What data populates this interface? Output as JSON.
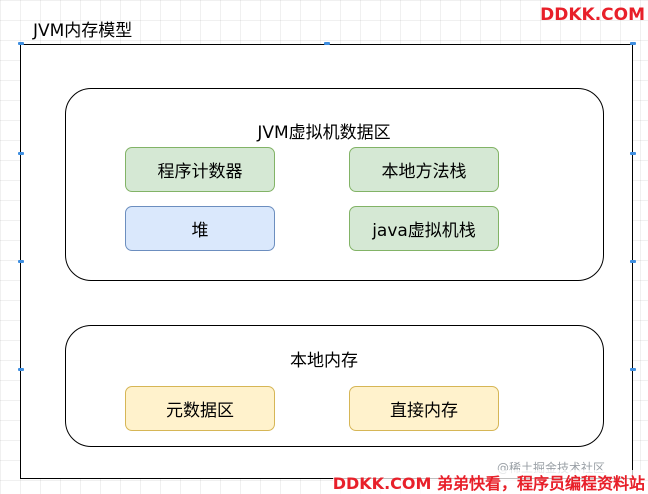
{
  "diagram": {
    "outer_title": "JVM内存模型",
    "jvm_data_area": {
      "title": "JVM虚拟机数据区",
      "boxes": [
        {
          "label": "程序计数器",
          "fill": "#d5e8d4",
          "stroke": "#82b366"
        },
        {
          "label": "本地方法栈",
          "fill": "#d5e8d4",
          "stroke": "#82b366"
        },
        {
          "label": "堆",
          "fill": "#dae8fc",
          "stroke": "#6c8ebf"
        },
        {
          "label": "java虚拟机栈",
          "fill": "#d5e8d4",
          "stroke": "#82b366"
        }
      ]
    },
    "native_memory": {
      "title": "本地内存",
      "boxes": [
        {
          "label": "元数据区",
          "fill": "#fff2cc",
          "stroke": "#d6b656"
        },
        {
          "label": "直接内存",
          "fill": "#fff2cc",
          "stroke": "#d6b656"
        }
      ]
    }
  },
  "watermarks": {
    "top_right": "DDKK.COM",
    "juejin": "@稀土掘金技术社区",
    "bottom": "DDKK.COM 弟弟快看，程序员编程资料站"
  },
  "colors": {
    "anchor": "#3e8ee0",
    "watermark_red": "#e8202a"
  }
}
